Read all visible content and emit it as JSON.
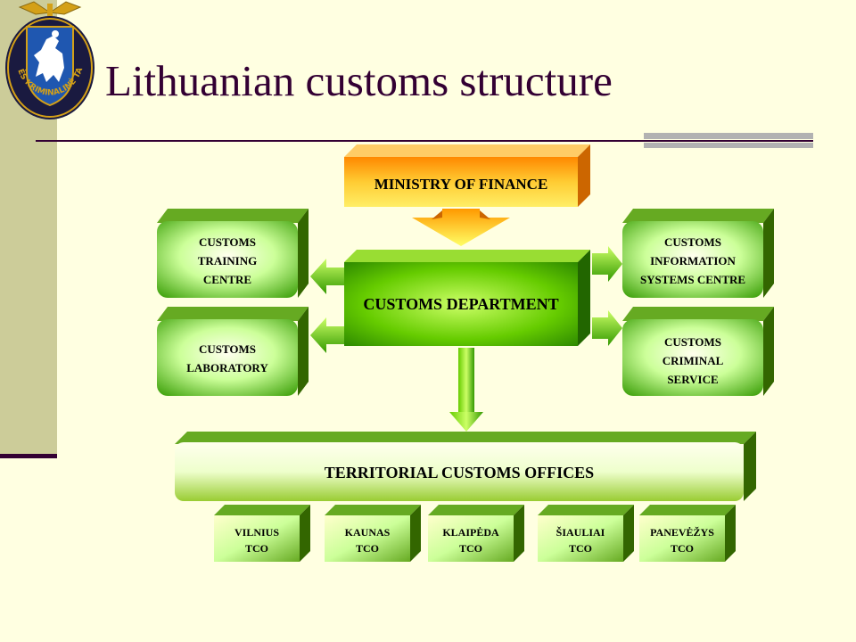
{
  "slide": {
    "title": "Lithuanian customs structure"
  },
  "logo": {
    "ring_text": "MUITINĖS KRIMINALINĖ TARNYBA",
    "colors": {
      "ring": "#1a1a40",
      "field": "#1f57b0",
      "gold": "#d4a017"
    }
  },
  "diagram": {
    "ministry": "MINISTRY OF FINANCE",
    "department": "CUSTOMS DEPARTMENT",
    "left_boxes": [
      [
        "CUSTOMS",
        "TRAINING",
        "CENTRE"
      ],
      [
        "CUSTOMS",
        "LABORATORY"
      ]
    ],
    "right_boxes": [
      [
        "CUSTOMS",
        "INFORMATION",
        "SYSTEMS CENTRE"
      ],
      [
        "CUSTOMS",
        "CRIMINAL",
        "SERVICE"
      ]
    ],
    "territorial": "TERRITORIAL CUSTOMS OFFICES",
    "offices": [
      [
        "VILNIUS",
        "TCO"
      ],
      [
        "KAUNAS",
        "TCO"
      ],
      [
        "KLAIPĖDA",
        "TCO"
      ],
      [
        "ŠIAULIAI",
        "TCO"
      ],
      [
        "PANEVĖŽYS",
        "TCO"
      ]
    ],
    "colors": {
      "orange": "#ff9900",
      "green": "#339900",
      "light_green": "#ccff99",
      "dark_green": "#336600"
    }
  }
}
